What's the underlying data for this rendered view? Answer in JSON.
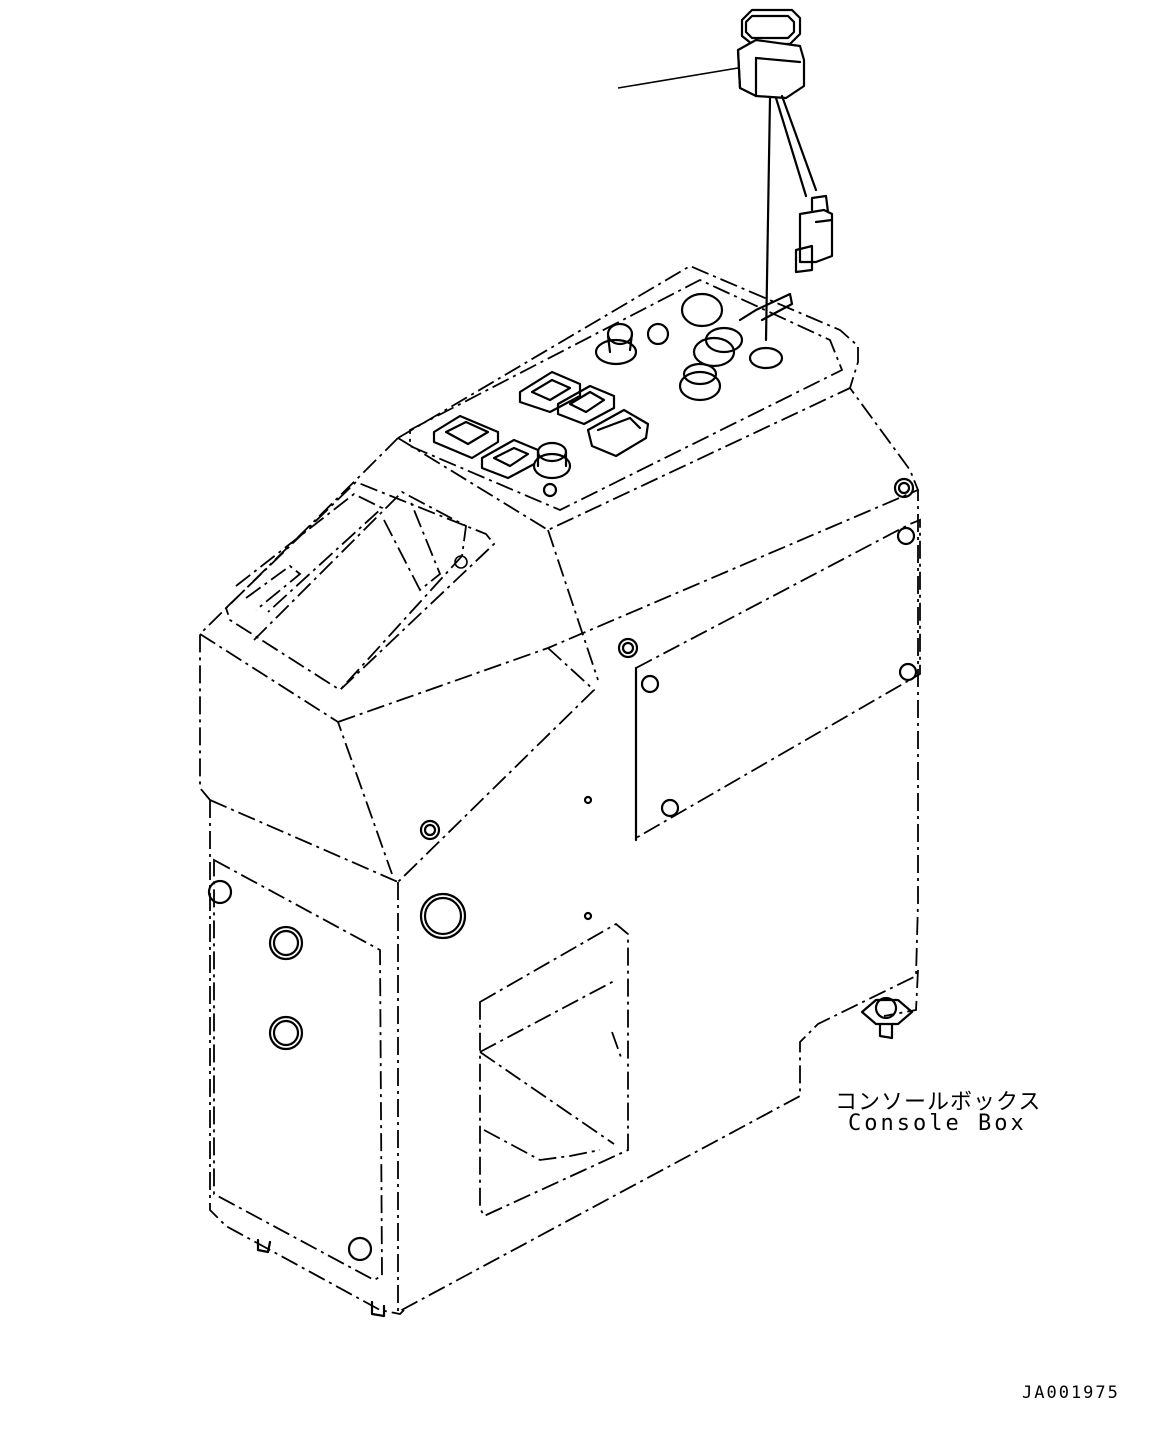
{
  "diagram": {
    "parts": [
      {
        "name_jp": "コンソールボックス",
        "name_en": "Console Box"
      }
    ],
    "drawing_number": "JA001975"
  }
}
